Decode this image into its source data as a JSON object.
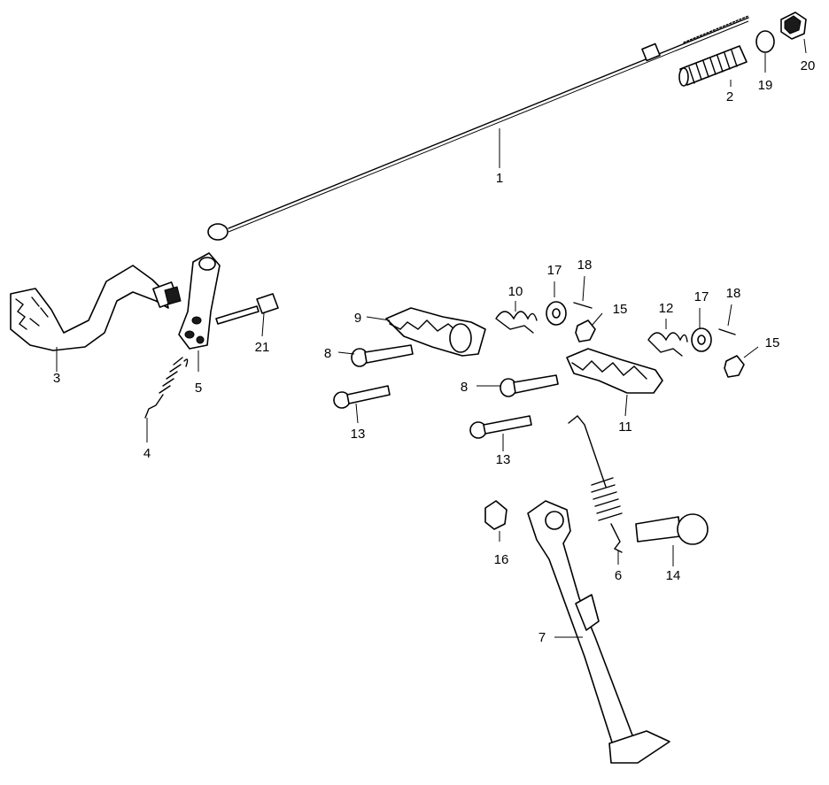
{
  "callouts": {
    "c1": "1",
    "c2": "2",
    "c3": "3",
    "c4": "4",
    "c5": "5",
    "c6": "6",
    "c7": "7",
    "c8a": "8",
    "c8b": "8",
    "c9": "9",
    "c10": "10",
    "c11": "11",
    "c12": "12",
    "c13a": "13",
    "c13b": "13",
    "c14": "14",
    "c15a": "15",
    "c15b": "15",
    "c16": "16",
    "c17a": "17",
    "c17b": "17",
    "c18a": "18",
    "c18b": "18",
    "c19": "19",
    "c20": "20",
    "c21": "21"
  },
  "colors": {
    "ink": "#000000",
    "paper": "#ffffff"
  }
}
